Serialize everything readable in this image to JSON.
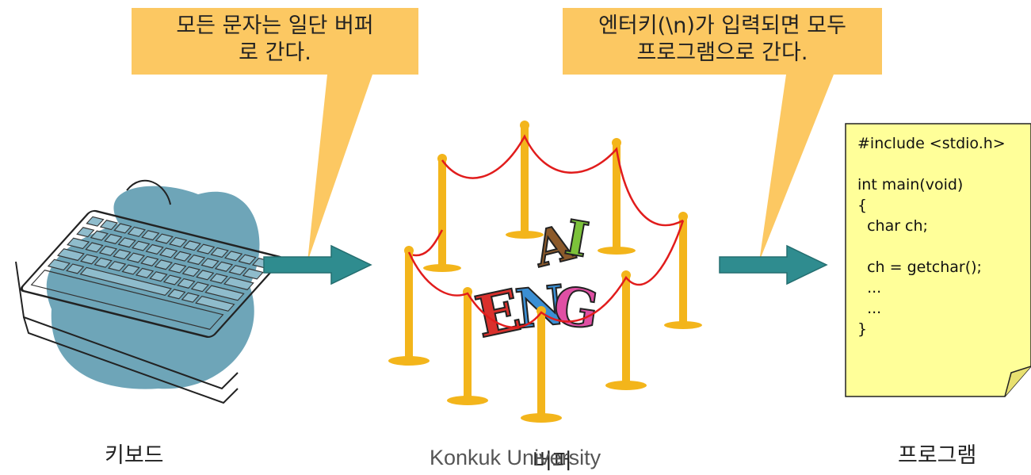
{
  "callouts": {
    "left": {
      "line1": "모든 문자는 일단 버퍼",
      "line2": "로 간다."
    },
    "right": {
      "line1": "엔터키(\\n)가 입력되면 모두",
      "line2": "프로그램으로 간다."
    }
  },
  "labels": {
    "keyboard": "키보드",
    "buffer": "버퍼",
    "program": "프로그램",
    "watermark": "Konkuk University"
  },
  "code": {
    "line1": "#include <stdio.h>",
    "line2": "int main(void)",
    "line3": "{",
    "line4": "  char ch;",
    "line5": "  ch = getchar();",
    "line6": "  ...",
    "line7": "  ...",
    "line8": "}"
  },
  "buffer_letters": {
    "l1": "E",
    "l2": "N",
    "l3": "G",
    "l4": "A",
    "l5": "I"
  },
  "colors": {
    "callout": "#fcc862",
    "arrow": "#2f8c8f",
    "note": "#ffff99",
    "keyboard_blob": "#6ea5b8",
    "post": "#f3b51b",
    "rope": "#e11c1c"
  }
}
